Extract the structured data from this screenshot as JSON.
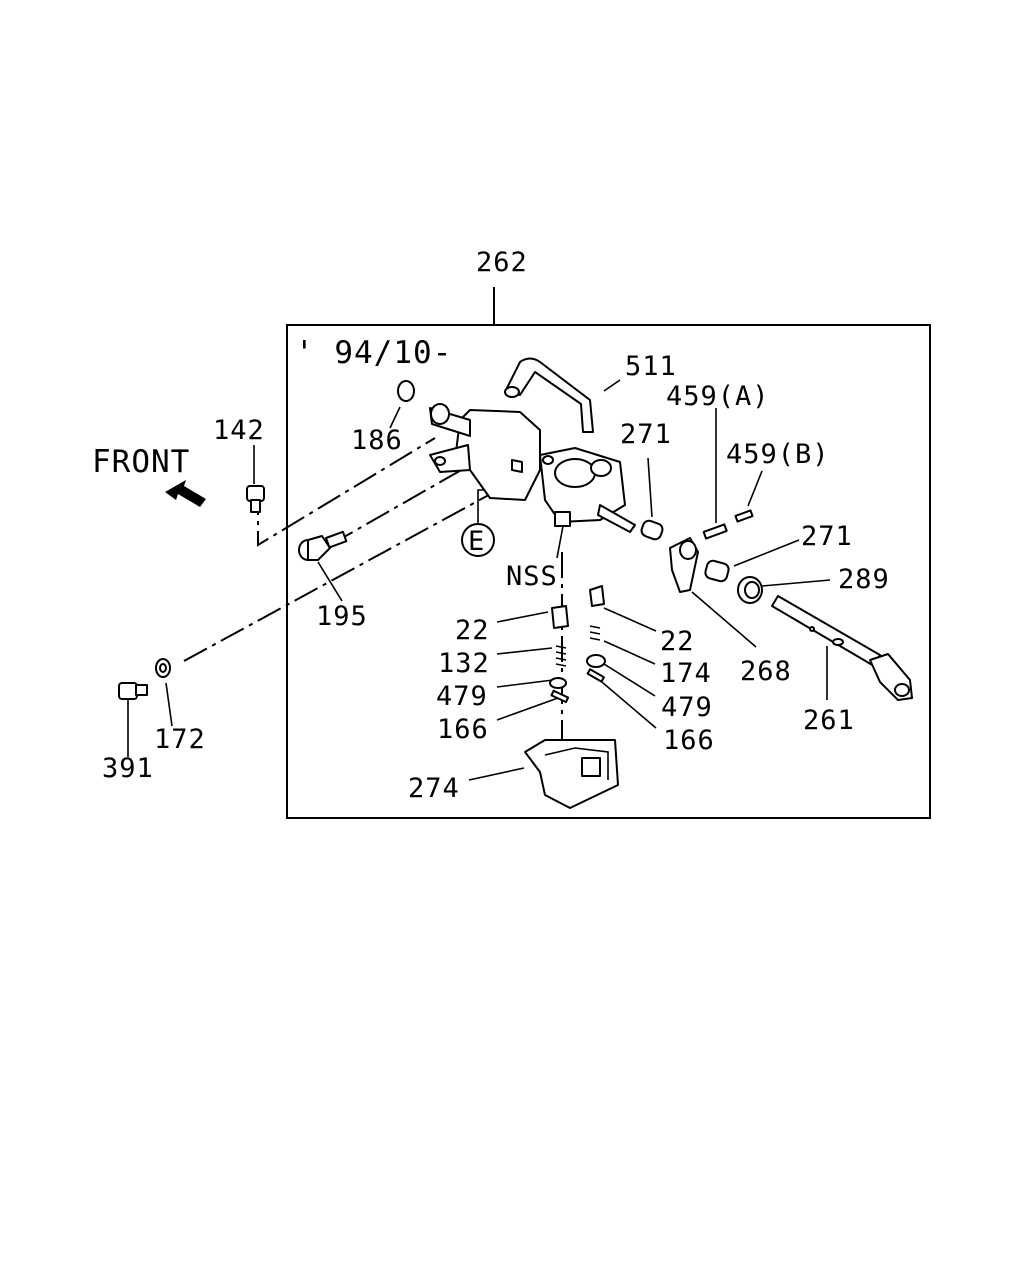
{
  "assembly": {
    "number": "262",
    "date_range": "' 94/10-"
  },
  "direction": {
    "label": "FRONT"
  },
  "reference": {
    "circle_label": "E",
    "nss_label": "NSS"
  },
  "callouts": {
    "c511": "511",
    "c459a": "459(A)",
    "c459b": "459(B)",
    "c142": "142",
    "c186": "186",
    "c271a": "271",
    "c271b": "271",
    "c289": "289",
    "c195": "195",
    "c22a": "22",
    "c22b": "22",
    "c132": "132",
    "c174": "174",
    "c268": "268",
    "c479a": "479",
    "c479b": "479",
    "c261": "261",
    "c166a": "166",
    "c166b": "166",
    "c391": "391",
    "c172": "172",
    "c274": "274"
  }
}
